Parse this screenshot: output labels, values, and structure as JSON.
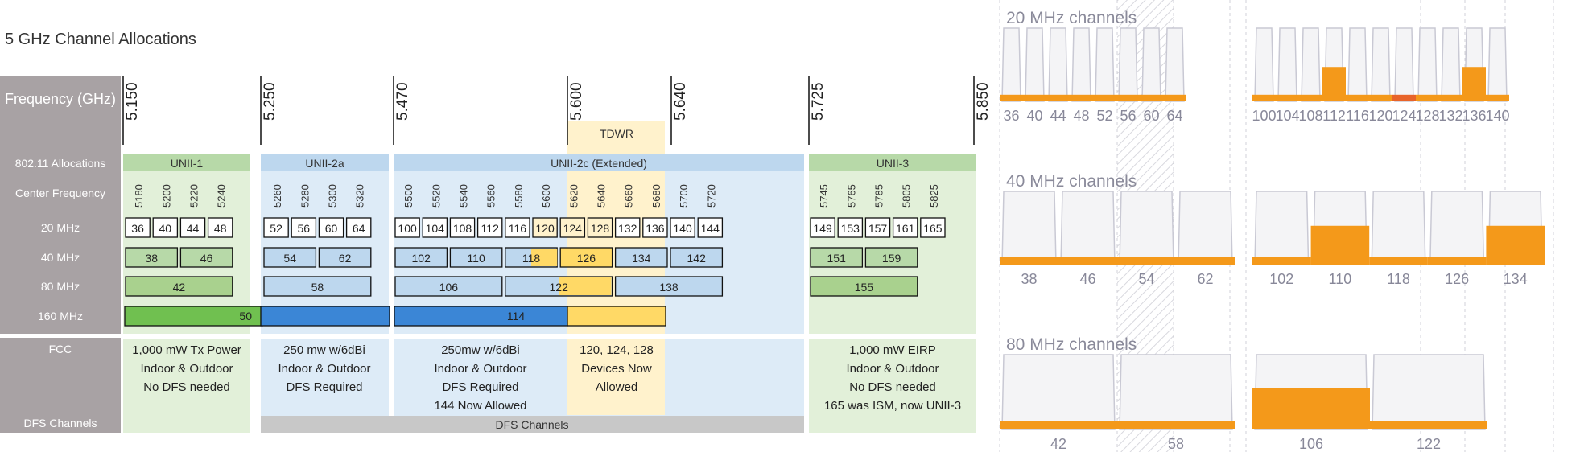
{
  "title": "5 GHz Channel Allocations",
  "colors": {
    "label_bg": "#a8a2a4",
    "unii1_fill": "#e2f0d9",
    "unii1_header": "#b7d9a8",
    "unii2a_fill": "#ddebf7",
    "unii2a_header": "#bdd7ee",
    "tdwr_fill": "#fff2cc",
    "unii3_fill": "#e2f0d9",
    "green160": "#70c050",
    "blue160": "#3b86d6",
    "yellow160": "#ffd966",
    "dfs_bar": "#c8c8c8",
    "orange": "#f4991a",
    "dark_orange": "#e8642a",
    "panel_frame": "#c9c9d4",
    "panel_body": "#f4f4f6",
    "panel_label": "#888899",
    "panel_title": "#8a8a9a"
  },
  "row_labels": {
    "frequency": "Frequency (GHz)",
    "allocations": "802.11 Allocations",
    "center": "Center Frequency",
    "mhz20": "20 MHz",
    "mhz40": "40 MHz",
    "mhz80": "80 MHz",
    "mhz160": "160 MHz",
    "fcc": "FCC",
    "dfs": "DFS Channels"
  },
  "boundaries": [
    "5.150",
    "5.250",
    "5.470",
    "5.600",
    "5.640",
    "5.725",
    "5.850"
  ],
  "tdwr_label": "TDWR",
  "bands": [
    "UNII-1",
    "UNII-2a",
    "UNII-2c (Extended)",
    "UNII-3"
  ],
  "center_freqs": [
    "5180",
    "5200",
    "5220",
    "5240",
    "5260",
    "5280",
    "5300",
    "5320",
    "5500",
    "5520",
    "5540",
    "5560",
    "5580",
    "5600",
    "5620",
    "5640",
    "5660",
    "5680",
    "5700",
    "5720",
    "5745",
    "5765",
    "5785",
    "5805",
    "5825"
  ],
  "ch20": [
    "36",
    "40",
    "44",
    "48",
    "52",
    "56",
    "60",
    "64",
    "100",
    "104",
    "108",
    "112",
    "116",
    "120",
    "124",
    "128",
    "132",
    "136",
    "140",
    "144",
    "149",
    "153",
    "157",
    "161",
    "165"
  ],
  "ch40": [
    "38",
    "46",
    "54",
    "62",
    "102",
    "110",
    "118",
    "126",
    "134",
    "142",
    "151",
    "159"
  ],
  "ch80": [
    "42",
    "58",
    "106",
    "122",
    "138",
    "155"
  ],
  "ch160": [
    "50",
    "114"
  ],
  "fcc_notes": {
    "unii1": [
      "1,000 mW Tx Power",
      "Indoor & Outdoor",
      "No DFS needed"
    ],
    "unii2a": [
      "250 mw w/6dBi",
      "Indoor & Outdoor",
      "DFS Required"
    ],
    "unii2c": [
      "250mw w/6dBi",
      "Indoor & Outdoor",
      "DFS Required",
      "144 Now Allowed"
    ],
    "tdwr": [
      "120, 124, 128",
      "Devices Now",
      "Allowed"
    ],
    "unii3": [
      "1,000 mW EIRP",
      "Indoor & Outdoor",
      "No DFS needed",
      "165 was ISM, now UNII-3"
    ]
  },
  "dfs_bar_label": "DFS Channels",
  "chart_data": [
    {
      "type": "bar",
      "title": "20 MHz channels",
      "categories": [
        "36",
        "40",
        "44",
        "48",
        "52",
        "56",
        "60",
        "64",
        "100",
        "104",
        "108",
        "112",
        "116",
        "120",
        "124",
        "128",
        "132",
        "136",
        "140"
      ],
      "values": [
        0.09,
        0.09,
        0.09,
        0.09,
        0.09,
        0.09,
        0.09,
        0.09,
        0.09,
        0.09,
        0.09,
        0.47,
        0.09,
        0.09,
        0.09,
        0.09,
        0.09,
        0.47,
        0.09
      ],
      "highlight": {
        "124": "dark"
      },
      "ylim": [
        0,
        1
      ]
    },
    {
      "type": "bar",
      "title": "40 MHz channels",
      "categories": [
        "38",
        "46",
        "54",
        "62",
        "102",
        "110",
        "118",
        "126",
        "134"
      ],
      "values": [
        0.1,
        0.1,
        0.1,
        0.1,
        0.1,
        0.53,
        0.1,
        0.1,
        0.53
      ],
      "ylim": [
        0,
        1
      ]
    },
    {
      "type": "bar",
      "title": "80 MHz channels",
      "categories": [
        "42",
        "58",
        "106",
        "122"
      ],
      "values": [
        0.11,
        0.11,
        0.55,
        0.11
      ],
      "ylim": [
        0,
        1
      ]
    }
  ]
}
